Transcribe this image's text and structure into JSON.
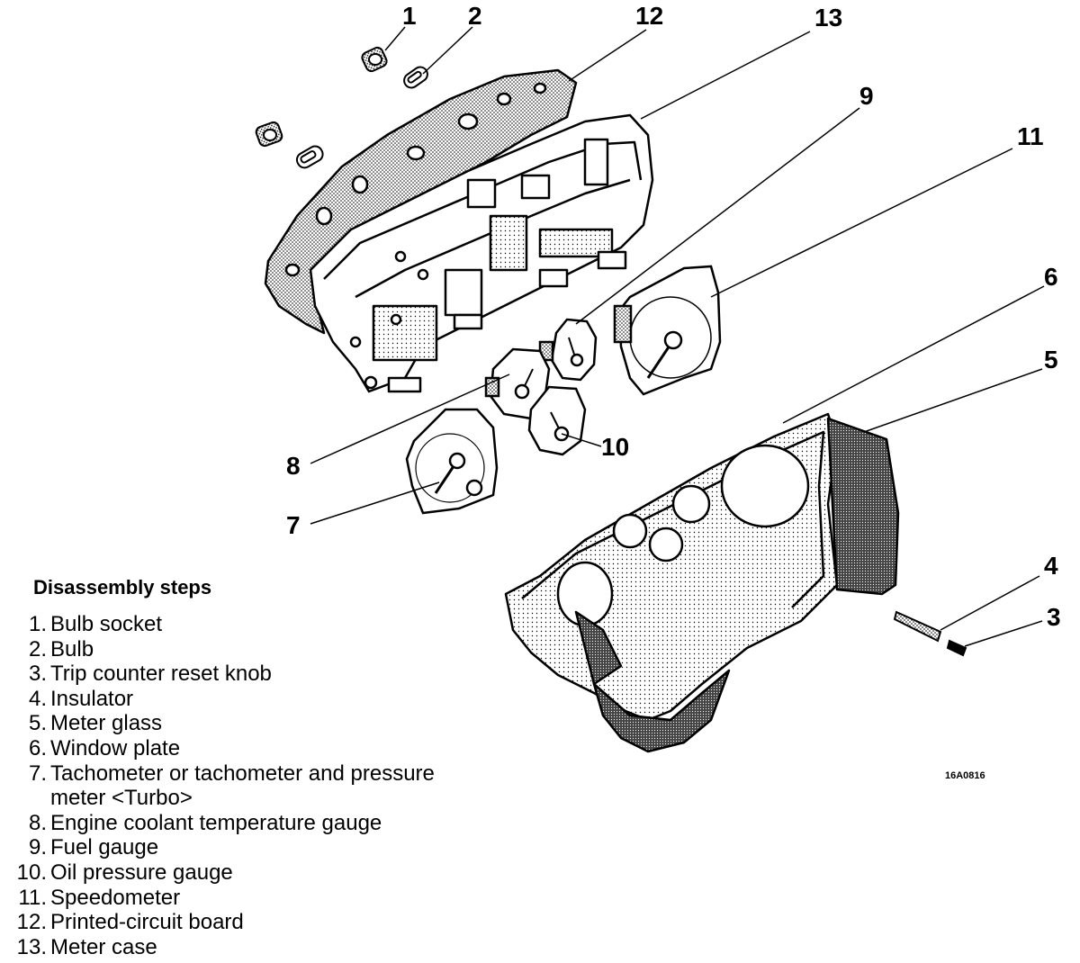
{
  "diagram": {
    "callouts": [
      "1",
      "2",
      "3",
      "4",
      "5",
      "6",
      "7",
      "8",
      "9",
      "10",
      "11",
      "12",
      "13"
    ],
    "drawing_code": "16A0816",
    "steps_title": "Disassembly steps",
    "steps": [
      {
        "num": "1.",
        "text": "Bulb socket"
      },
      {
        "num": "2.",
        "text": "Bulb"
      },
      {
        "num": "3.",
        "text": "Trip counter reset knob"
      },
      {
        "num": "4.",
        "text": "Insulator"
      },
      {
        "num": "5.",
        "text": "Meter glass"
      },
      {
        "num": "6.",
        "text": "Window plate"
      },
      {
        "num": "7.",
        "text": "Tachometer or tachometer and pressure\nmeter <Turbo>"
      },
      {
        "num": "8.",
        "text": "Engine coolant temperature gauge"
      },
      {
        "num": "9.",
        "text": "Fuel gauge"
      },
      {
        "num": "10.",
        "text": "Oil pressure gauge"
      },
      {
        "num": "11.",
        "text": "Speedometer"
      },
      {
        "num": "12.",
        "text": "Printed-circuit board"
      },
      {
        "num": "13.",
        "text": "Meter case"
      }
    ]
  }
}
